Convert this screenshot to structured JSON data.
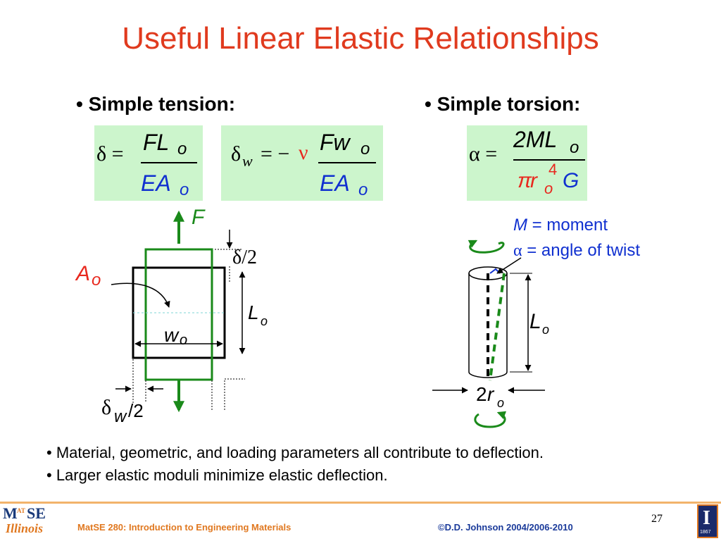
{
  "title": "Useful Linear Elastic Relationships",
  "tension": {
    "heading": "• Simple tension:",
    "eq1": {
      "lhs": "δ =",
      "num_main": "FL",
      "num_sub": "o",
      "den_main": "EA",
      "den_sub": "o"
    },
    "eq2": {
      "lhs_sym": "δ",
      "lhs_sub": "w",
      "eq": "= −",
      "nu": "ν",
      "num_main": "Fw",
      "num_sub": "o",
      "den_main": "EA",
      "den_sub": "o"
    },
    "diagram": {
      "force_label": "F",
      "area_label": "A",
      "area_sub": "o",
      "delta_half": "δ/2",
      "length_label": "L",
      "length_sub": "o",
      "width_label": "w",
      "width_sub": "o",
      "deltaw_sym": "δ",
      "deltaw_sub": "w",
      "deltaw_rest": "/2"
    }
  },
  "torsion": {
    "heading": "• Simple torsion:",
    "eq": {
      "lhs": "α =",
      "num": "2ML",
      "num_sub": "o",
      "den_pi": "π",
      "den_r": "r",
      "den_sup": "4",
      "den_sub": "o",
      "den_G": "G"
    },
    "legend": [
      {
        "sym": "M",
        "text": " = moment"
      },
      {
        "sym": "α",
        "text": " = angle of twist"
      }
    ],
    "diagram": {
      "length_label": "L",
      "length_sub": "o",
      "radius_prefix": "2",
      "radius_label": "r",
      "radius_sub": "o"
    }
  },
  "notes": [
    "• Material, geometric, and loading parameters all contribute to deflection.",
    "• Larger elastic moduli minimize elastic deflection."
  ],
  "footer": {
    "logo_line1": "M",
    "logo_at": "AT",
    "logo_line1b": "SE",
    "logo_line2": "Illinois",
    "course": "MatSE 280: Introduction to Engineering Materials",
    "copyright": "©D.D. Johnson 2004/2006-2010",
    "page": "27",
    "seal_letter": "I",
    "seal_year": "1867"
  },
  "colors": {
    "title": "#e03a1e",
    "green": "#1a8a1a",
    "red": "#e8281e",
    "blue": "#1030d0",
    "eqbox": "#ccf5cc"
  }
}
